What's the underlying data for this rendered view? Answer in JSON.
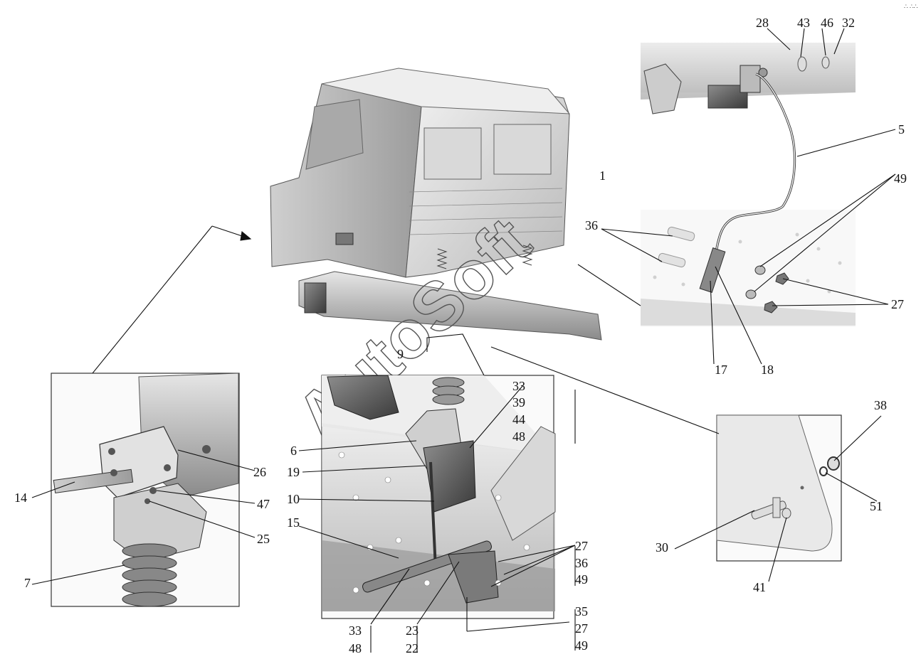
{
  "watermark": "AutoSoft",
  "corner_mark": "∴ ∴∴",
  "labels": {
    "l1": "1",
    "l5": "5",
    "l6": "6",
    "l7": "7",
    "l9": "9",
    "l10": "10",
    "l14": "14",
    "l15": "15",
    "l17": "17",
    "l18": "18",
    "l19": "19",
    "l22": "22",
    "l23": "23",
    "l25": "25",
    "l26": "26",
    "l27a": "27",
    "l27b": "27",
    "l27c": "27",
    "l28": "28",
    "l30": "30",
    "l32": "32",
    "l33a": "33",
    "l33b": "33",
    "l35": "35",
    "l36a": "36",
    "l36b": "36",
    "l38": "38",
    "l39": "39",
    "l41": "41",
    "l43": "43",
    "l44": "44",
    "l46": "46",
    "l47": "47",
    "l48a": "48",
    "l48b": "48",
    "l49a": "49",
    "l49b": "49",
    "l49c": "49",
    "l51": "51"
  }
}
